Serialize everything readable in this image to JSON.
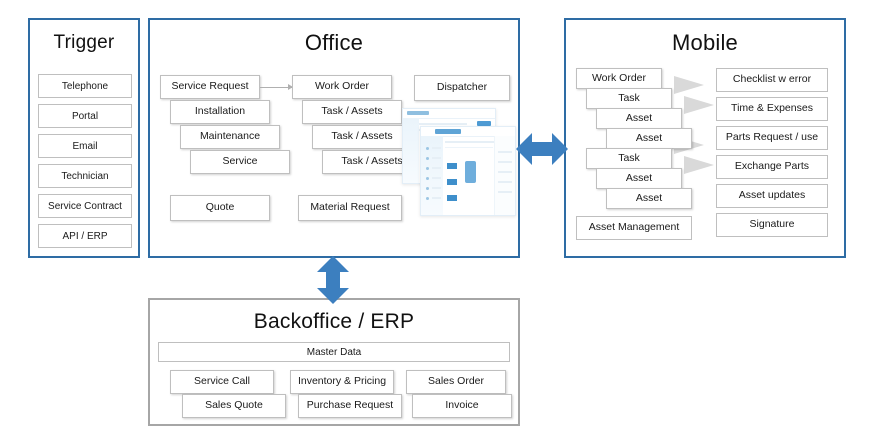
{
  "diagram": {
    "colors": {
      "panel_border_blue": "#2E6CA4",
      "panel_border_gray": "#A6A6A6",
      "box_border": "#BFBFBF",
      "arrow_blue": "#3C7FBF",
      "arrow_gray": "#D9D9D9"
    }
  },
  "trigger": {
    "title": "Trigger",
    "items": [
      {
        "label": "Telephone"
      },
      {
        "label": "Portal"
      },
      {
        "label": "Email"
      },
      {
        "label": "Technician"
      },
      {
        "label": "Service Contract"
      },
      {
        "label": "API / ERP"
      }
    ]
  },
  "office": {
    "title": "Office",
    "request_stack": [
      {
        "label": "Service Request"
      },
      {
        "label": "Installation"
      },
      {
        "label": "Maintenance"
      },
      {
        "label": "Service"
      }
    ],
    "workorder_stack": [
      {
        "label": "Work Order"
      },
      {
        "label": "Task / Assets"
      },
      {
        "label": "Task  / Assets"
      },
      {
        "label": "Task  / Assets"
      }
    ],
    "dispatcher": {
      "label": "Dispatcher"
    },
    "quote": {
      "label": "Quote"
    },
    "material_request": {
      "label": "Material Request"
    },
    "screenshot_alt": "app-screenshot-thumbnail"
  },
  "mobile": {
    "title": "Mobile",
    "left_stack": [
      {
        "label": "Work Order",
        "indent": 0,
        "arrow": false
      },
      {
        "label": "Task",
        "indent": 1,
        "arrow": false
      },
      {
        "label": "Asset",
        "indent": 2,
        "arrow": true
      },
      {
        "label": "Asset",
        "indent": 3,
        "arrow": true
      },
      {
        "label": "Task",
        "indent": 1,
        "arrow": false
      },
      {
        "label": "Asset",
        "indent": 2,
        "arrow": true
      },
      {
        "label": "Asset",
        "indent": 3,
        "arrow": true
      }
    ],
    "asset_management": {
      "label": "Asset Management"
    },
    "right_stack": [
      {
        "label": "Checklist w error"
      },
      {
        "label": "Time & Expenses"
      },
      {
        "label": "Parts Request / use"
      },
      {
        "label": "Exchange Parts"
      },
      {
        "label": "Asset updates"
      },
      {
        "label": "Signature"
      }
    ]
  },
  "backoffice": {
    "title": "Backoffice / ERP",
    "master_data": {
      "label": "Master Data"
    },
    "pairs": [
      {
        "top": "Service Call",
        "bottom": "Sales Quote"
      },
      {
        "top": "Inventory & Pricing",
        "bottom": "Purchase Request"
      },
      {
        "top": "Sales Order",
        "bottom": "Invoice"
      }
    ]
  },
  "connectors": {
    "office_mobile": {
      "name": "double-arrow-horizontal"
    },
    "office_backoffice": {
      "name": "double-arrow-vertical"
    },
    "service_to_workorder": {
      "name": "arrow-right"
    }
  }
}
